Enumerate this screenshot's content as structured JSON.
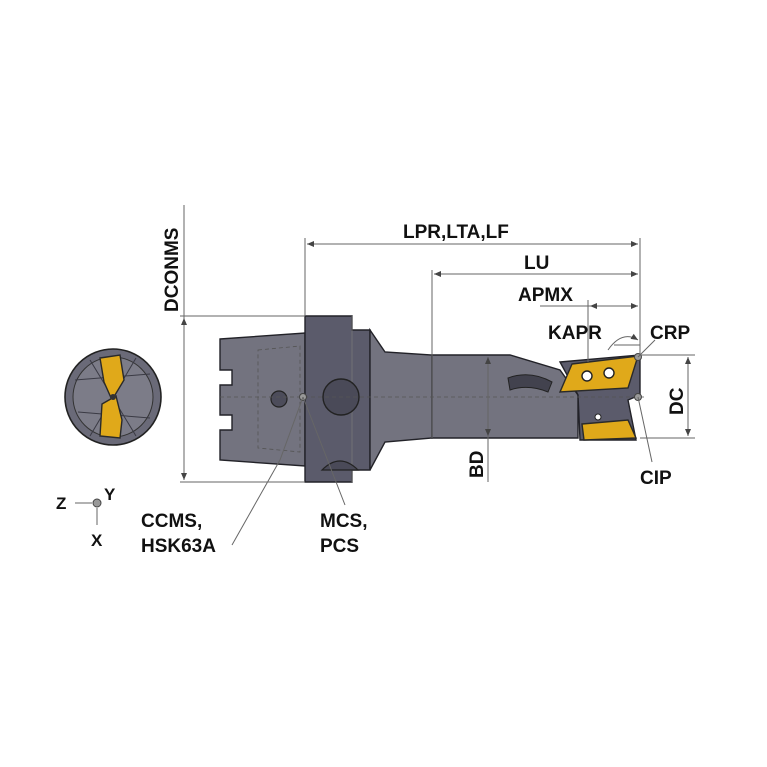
{
  "labels": {
    "dconms": "DCONMS",
    "lpr_lta_lf": "LPR,LTA,LF",
    "lu": "LU",
    "apmx": "APMX",
    "kapr": "KAPR",
    "crp": "CRP",
    "dc": "DC",
    "bd": "BD",
    "cip": "CIP",
    "ccms_line1": "CCMS,",
    "ccms_line2": "HSK63A",
    "mcs_line1": "MCS,",
    "mcs_line2": "PCS"
  },
  "axes": {
    "z": "Z",
    "y": "Y",
    "x": "X"
  },
  "colors": {
    "tool_body": "#5b5b6b",
    "insert": "#e0a91a",
    "dimension_line": "#666666"
  }
}
